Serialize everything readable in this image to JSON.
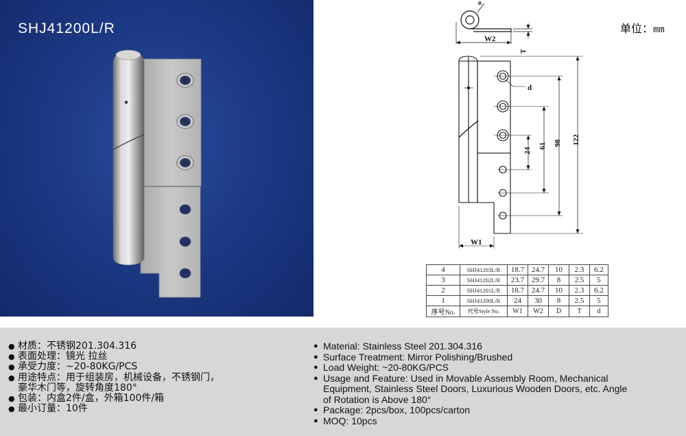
{
  "product_title": "SHJ41200L/R",
  "unit_label": "单位：",
  "unit_value": "mm",
  "dimensions": {
    "phi": "φ",
    "w2": "W2",
    "t": "T",
    "d": "d",
    "d24": "24",
    "d61": "61",
    "d98": "98",
    "d122": "122",
    "w1": "W1"
  },
  "spec_table": {
    "rows": [
      {
        "no": "4",
        "code": "SHJ41203L/R",
        "w1": "18.7",
        "w2": "24.7",
        "d": "10",
        "t": "2.3",
        "dd": "6.2"
      },
      {
        "no": "3",
        "code": "SHJ41202L/R",
        "w1": "23.7",
        "w2": "29.7",
        "d": "8",
        "t": "2.5",
        "dd": "5"
      },
      {
        "no": "2",
        "code": "SHJ41201L/R",
        "w1": "18.7",
        "w2": "24.7",
        "d": "10",
        "t": "2.3",
        "dd": "6.2"
      },
      {
        "no": "1",
        "code": "SHJ41200L/R",
        "w1": "24",
        "w2": "30",
        "d": "8",
        "t": "2.5",
        "dd": "5"
      }
    ],
    "header": {
      "no": "序号No.",
      "code": "代号Style No.",
      "w1": "W1",
      "w2": "W2",
      "d": "D",
      "t": "T",
      "dd": "d"
    }
  },
  "specs_cn": [
    "材质：不锈钢201.304.316",
    "表面处理：镜光 拉丝",
    "承受力度：~20-80KG/PCS",
    "用途特点：用于组装房，机械设备，不锈钢门，",
    "豪华木门等，旋转角度180°",
    "包装：内盒2件/盒，外箱100件/箱",
    "最小订量：10件"
  ],
  "specs_en": [
    "Material: Stainless Steel 201.304.316",
    "Surface Treatment: Mirror Polishing/Brushed",
    "Load Weight: ~20-80KG/PCS",
    "Usage and Feature: Used in Movable Assembly Room, Mechanical",
    "Equipment, Stainless Steel Doors, Luxurious Wooden Doors, etc. Angle",
    "of Rotation is Above 180°",
    "Package: 2pcs/box, 100pcs/carton",
    "MOQ: 10pcs"
  ],
  "colors": {
    "photo_bg": "#1d3a86",
    "info_bg": "#d7d7d7",
    "steel": "#b9b9b9"
  }
}
